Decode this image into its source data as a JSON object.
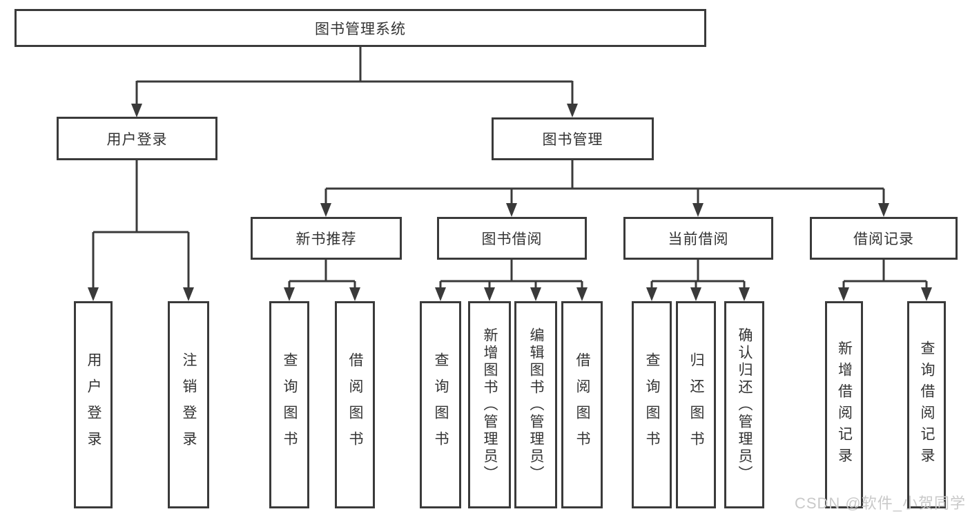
{
  "diagram": {
    "root": {
      "label": "图书管理系统"
    },
    "level2": [
      {
        "label": "用户登录"
      },
      {
        "label": "图书管理"
      }
    ],
    "level3": [
      {
        "label": "新书推荐",
        "parent": "图书管理"
      },
      {
        "label": "图书借阅",
        "parent": "图书管理"
      },
      {
        "label": "当前借阅",
        "parent": "图书管理"
      },
      {
        "label": "借阅记录",
        "parent": "图书管理"
      }
    ],
    "leaves": [
      {
        "label": "用户登录",
        "parent": "用户登录"
      },
      {
        "label": "注销登录",
        "parent": "用户登录"
      },
      {
        "label": "查询图书",
        "parent": "新书推荐"
      },
      {
        "label": "借阅图书",
        "parent": "新书推荐"
      },
      {
        "label": "查询图书",
        "parent": "图书借阅"
      },
      {
        "label": "新增图书（管理员）",
        "parent": "图书借阅"
      },
      {
        "label": "编辑图书（管理员）",
        "parent": "图书借阅"
      },
      {
        "label": "借阅图书",
        "parent": "图书借阅"
      },
      {
        "label": "查询图书",
        "parent": "当前借阅"
      },
      {
        "label": "归还图书",
        "parent": "当前借阅"
      },
      {
        "label": "确认归还（管理员）",
        "parent": "当前借阅"
      },
      {
        "label": "新增借阅记录",
        "parent": "借阅记录"
      },
      {
        "label": "查询借阅记录",
        "parent": "借阅记录"
      }
    ],
    "watermark": "CSDN @软件_小贺同学",
    "colors": {
      "line": "#3a3a3a",
      "text": "#333333",
      "watermark": "#c9c9c9",
      "background": "#ffffff"
    }
  }
}
